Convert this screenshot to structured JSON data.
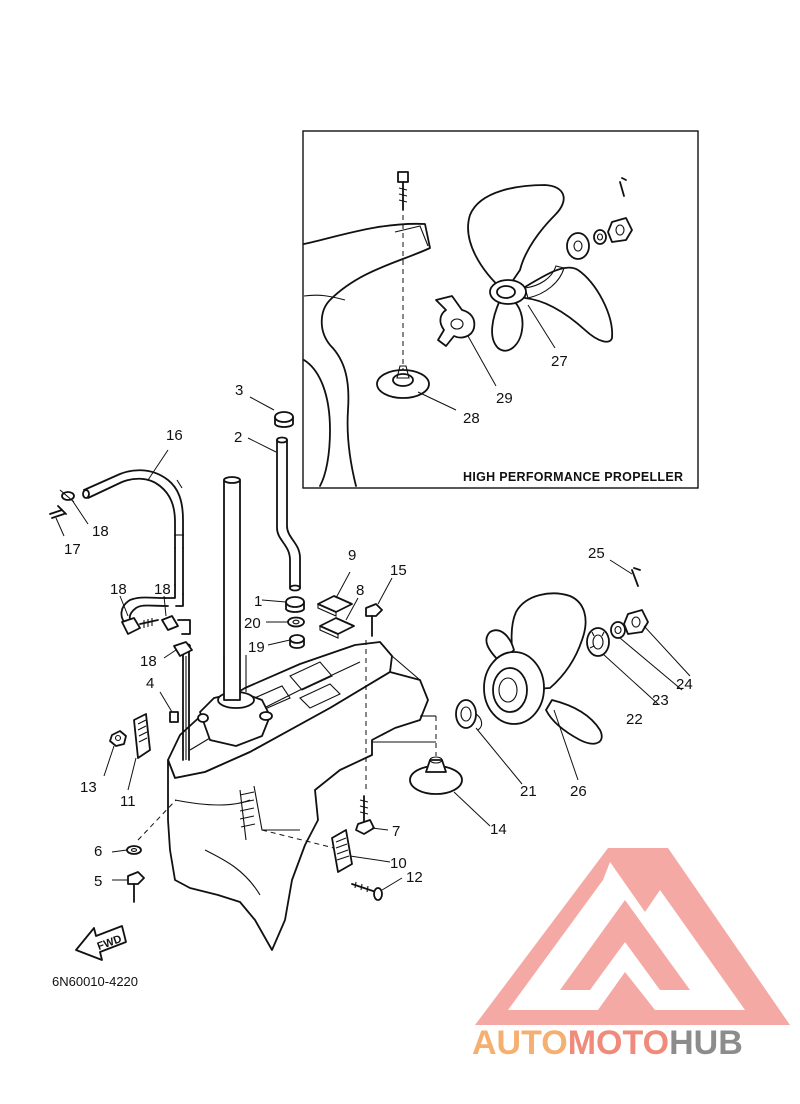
{
  "diagram": {
    "inset_title": "HIGH PERFORMANCE PROPELLER",
    "reference_code": "6N60010-4220",
    "fwd_label": "FWD",
    "callouts": {
      "p1": "1",
      "p2": "2",
      "p3": "3",
      "p4": "4",
      "p5": "5",
      "p6": "6",
      "p7": "7",
      "p8": "8",
      "p9": "9",
      "p10": "10",
      "p11": "11",
      "p12": "12",
      "p13": "13",
      "p14": "14",
      "p15": "15",
      "p16": "16",
      "p17": "17",
      "p18a": "18",
      "p18b": "18",
      "p18c": "18",
      "p18d": "18",
      "p19": "19",
      "p20": "20",
      "p21": "21",
      "p22": "22",
      "p23": "23",
      "p24": "24",
      "p25": "25",
      "p26": "26",
      "p27": "27",
      "p28": "28",
      "p29": "29"
    }
  },
  "watermark": {
    "part1": "AUTO",
    "part2": "MOTO",
    "part3": "HUB",
    "colors": {
      "auto": "#f5b071",
      "moto": "#f08a7a",
      "hub": "#8c8c8c",
      "logo": "#f4a09a"
    }
  }
}
